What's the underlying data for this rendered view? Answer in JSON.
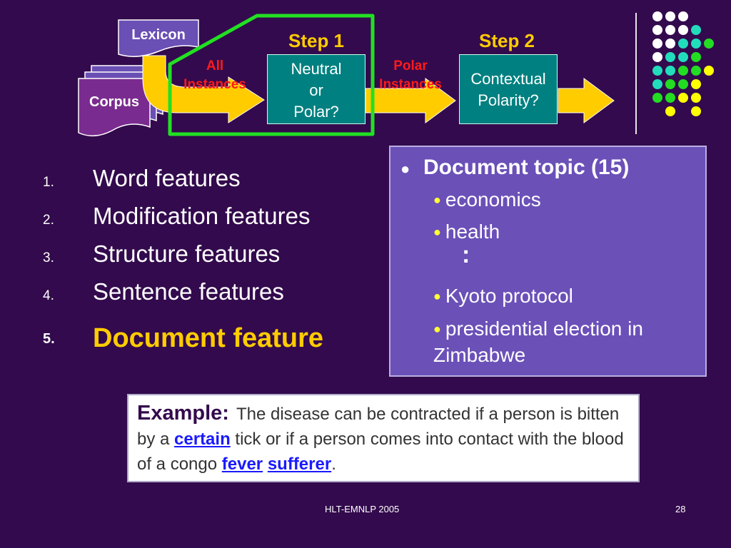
{
  "diagram": {
    "lexicon_label": "Lexicon",
    "corpus_label": "Corpus",
    "all_instances_label": "All Instances",
    "polar_instances_label": "Polar Instances",
    "step1_label": "Step 1",
    "step2_label": "Step 2",
    "step1_box_line1": "Neutral",
    "step1_box_line2": "or",
    "step1_box_line3": "Polar?",
    "step2_box_line1": "Contextual",
    "step2_box_line2": "Polarity?",
    "colors": {
      "arrow": "#ffcc00",
      "box": "#008080",
      "highlight": "#22e022",
      "doc": "#6a4fb5",
      "label_red": "#ff1a1a"
    }
  },
  "features": {
    "items": [
      {
        "num": "1.",
        "text": "Word features"
      },
      {
        "num": "2.",
        "text": "Modification features"
      },
      {
        "num": "3.",
        "text": "Structure features"
      },
      {
        "num": "4.",
        "text": "Sentence features"
      },
      {
        "num": "5.",
        "text": "Document feature"
      }
    ]
  },
  "topics": {
    "title": "Document topic (15)",
    "items": [
      "economics",
      "health",
      "Kyoto protocol",
      "presidential election in"
    ],
    "continuation": "Zimbabwe",
    "ellipsis": ":"
  },
  "example": {
    "heading": "Example:",
    "part1": "The disease can be contracted if a person is bitten by a ",
    "key1": "certain",
    "part2": " tick or if a person comes into contact with the blood of a congo ",
    "key2": "fever",
    "key3": "sufferer",
    "end": "."
  },
  "footer": {
    "center": "HLT-EMNLP 2005",
    "page": "28"
  },
  "decoration": {
    "dot_colors": {
      "white": "#ffffff",
      "teal": "#22ddbb",
      "green": "#22dd22",
      "yellow": "#ffff00"
    }
  }
}
